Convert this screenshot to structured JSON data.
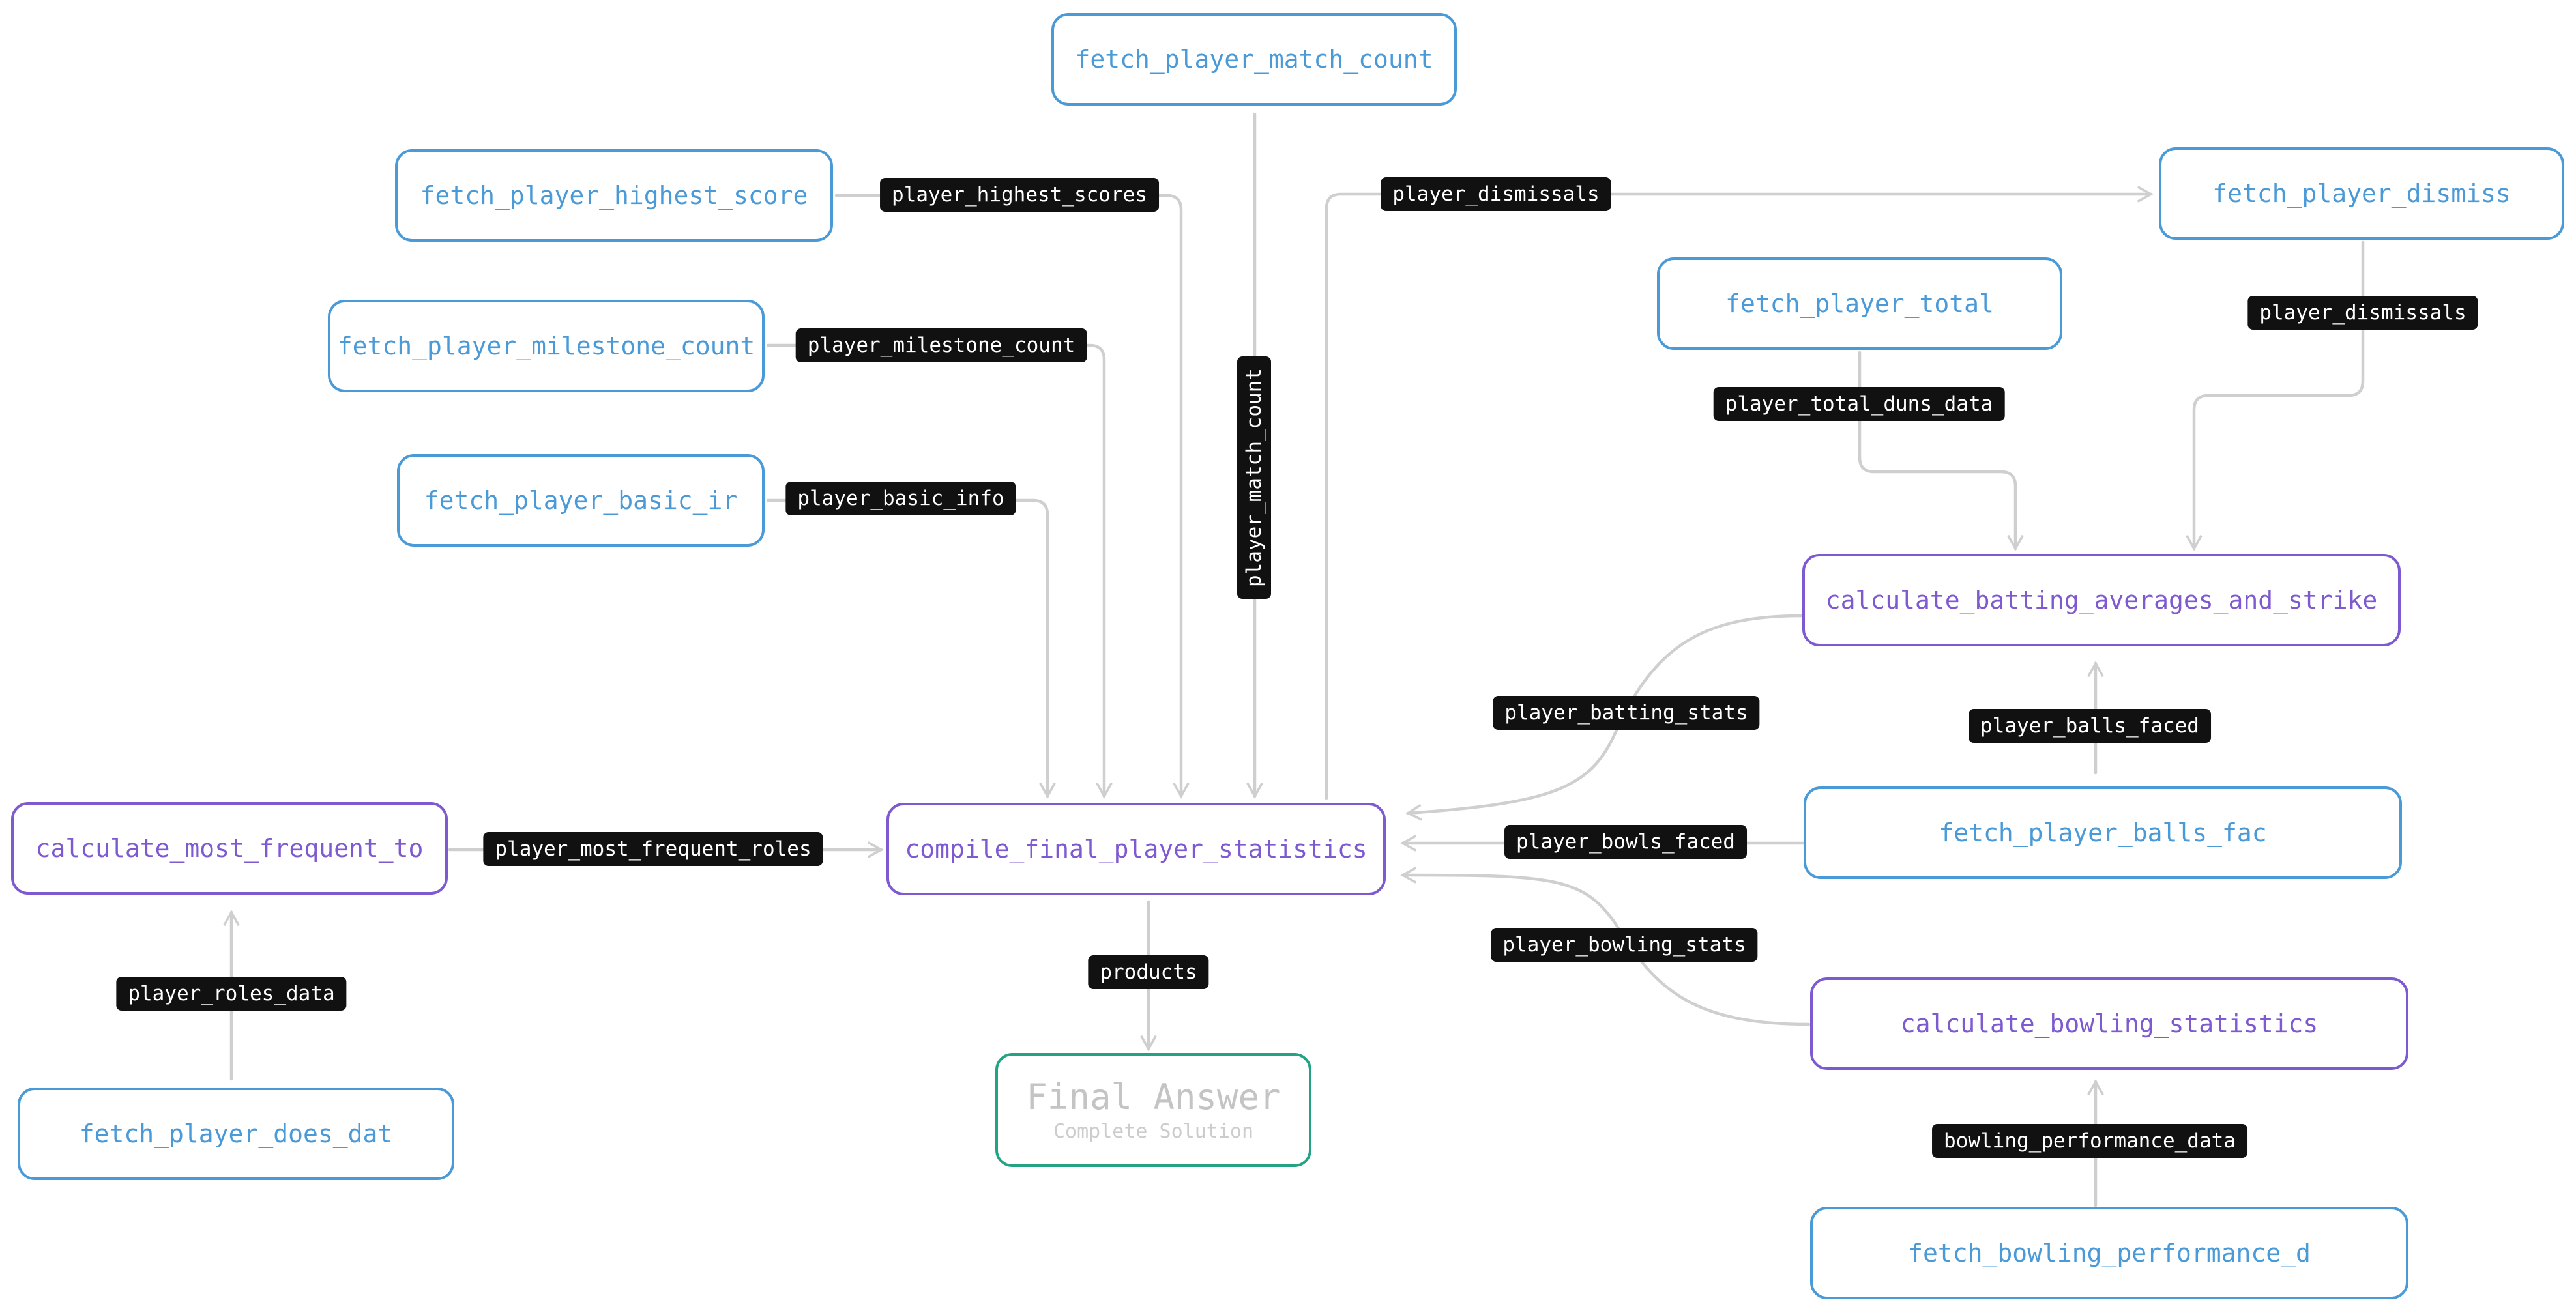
{
  "nodes": {
    "fetch_player_match_count": "fetch_player_match_count",
    "fetch_player_highest_score": "fetch_player_highest_score",
    "fetch_player_milestone_count": "fetch_player_milestone_count",
    "fetch_player_basic_ir": "fetch_player_basic_ir",
    "fetch_player_dismiss": "fetch_player_dismiss",
    "fetch_player_total": "fetch_player_total",
    "calculate_batting_averages_and_strike": "calculate_batting_averages_and_strike",
    "fetch_player_balls_fac": "fetch_player_balls_fac",
    "calculate_bowling_statistics": "calculate_bowling_statistics",
    "fetch_bowling_performance_d": "fetch_bowling_performance_d",
    "calculate_most_frequent_to": "calculate_most_frequent_to",
    "fetch_player_does_dat": "fetch_player_does_dat",
    "compile_final_player_statistics": "compile_final_player_statistics",
    "final_title": "Final Answer",
    "final_subtitle": "Complete Solution"
  },
  "edges": {
    "player_highest_scores": "player_highest_scores",
    "player_match_count": "player_match_count",
    "player_dismissals_top": "player_dismissals",
    "player_dismissals_right": "player_dismissals",
    "player_milestone_count": "player_milestone_count",
    "player_basic_info": "player_basic_info",
    "player_total_duns_data": "player_total_duns_data",
    "player_batting_stats": "player_batting_stats",
    "player_balls_faced": "player_balls_faced",
    "player_bowls_faced": "player_bowls_faced",
    "player_bowling_stats": "player_bowling_stats",
    "bowling_performance_data": "bowling_performance_data",
    "player_most_frequent_roles": "player_most_frequent_roles",
    "player_roles_data": "player_roles_data",
    "products": "products"
  },
  "colors": {
    "fetch": "#4a9ad8",
    "calculate": "#7e5ad0",
    "final": "#23a383",
    "edge": "#cfcfcf",
    "label_bg": "#111111"
  }
}
